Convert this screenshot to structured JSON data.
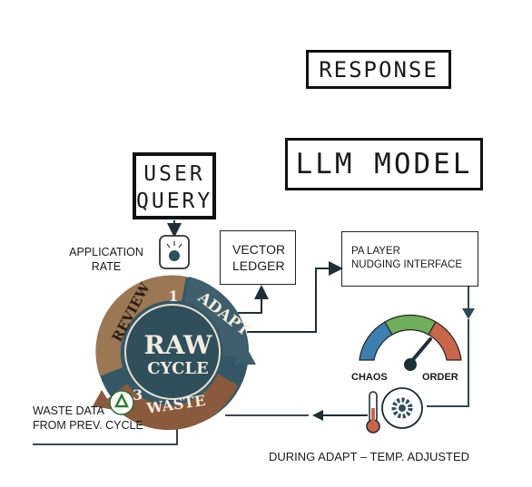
{
  "nodes": {
    "response": "RESPONSE",
    "llm_model": "LLM MODEL",
    "user_query_line1": "USER",
    "user_query_line2": "QUERY",
    "vector_ledger_line1": "VECTOR",
    "vector_ledger_line2": "LEDGER",
    "pa_layer_line1": "PA LAYER",
    "pa_layer_line2": "NUDGING INTERFACE"
  },
  "labels": {
    "application_rate_line1": "APPLICATION",
    "application_rate_line2": "RATE",
    "waste_data_line1": "WASTE DATA",
    "waste_data_line2": "FROM PREV. CYCLE",
    "during_adapt": "DURING ADAPT – TEMP. ADJUSTED",
    "chaos": "CHAOS",
    "order": "ORDER"
  },
  "cycle": {
    "center_line1": "RAW",
    "center_line2": "CYCLE",
    "review": "REVIEW",
    "adapt": "ADAPT",
    "waste": "WASTE",
    "step_1": "1",
    "step_3": "3"
  },
  "gauge_colors": {
    "chaos": "#3d7fb0",
    "middle": "#6fae5a",
    "order": "#c8664a"
  },
  "cycle_colors": {
    "review": "#9c7754",
    "adapt": "#3e5f6b",
    "waste": "#8a5a3c",
    "center": "#2f4f5a"
  }
}
